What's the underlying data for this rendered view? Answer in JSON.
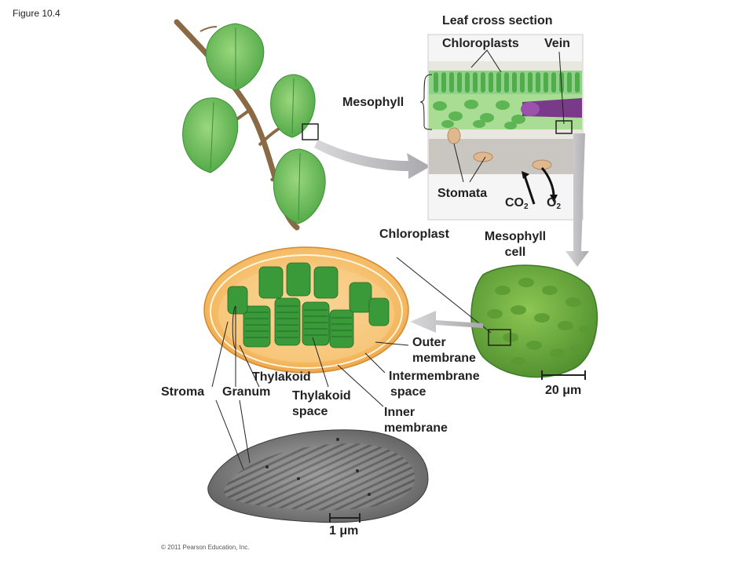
{
  "figure_number": "Figure 10.4",
  "labels": {
    "leaf_cross_section": "Leaf cross section",
    "chloroplasts": "Chloroplasts",
    "vein": "Vein",
    "mesophyll": "Mesophyll",
    "stomata": "Stomata",
    "co2": "CO",
    "co2_sub": "2",
    "o2": "O",
    "o2_sub": "2",
    "chloroplast": "Chloroplast",
    "mesophyll_cell_1": "Mesophyll",
    "mesophyll_cell_2": "cell",
    "outer_membrane_1": "Outer",
    "outer_membrane_2": "membrane",
    "intermembrane_1": "Intermembrane",
    "intermembrane_2": "space",
    "inner_membrane_1": "Inner",
    "inner_membrane_2": "membrane",
    "thylakoid": "Thylakoid",
    "thylakoid_space_1": "Thylakoid",
    "thylakoid_space_2": "space",
    "stroma": "Stroma",
    "granum": "Granum",
    "scale_20um": "20 μm",
    "scale_1um": "1 μm"
  },
  "copyright": "© 2011 Pearson Education, Inc.",
  "colors": {
    "leaf": "#6cc25a",
    "leaf_dark": "#3e8f3a",
    "stem": "#8a6a44",
    "arrow": "#b5b5b8",
    "chloroplast_outer": "#f4b860",
    "grana": "#3a9a3a",
    "mesophyll_cell": "#6aa53c",
    "micrograph": "#8e8e8e"
  }
}
